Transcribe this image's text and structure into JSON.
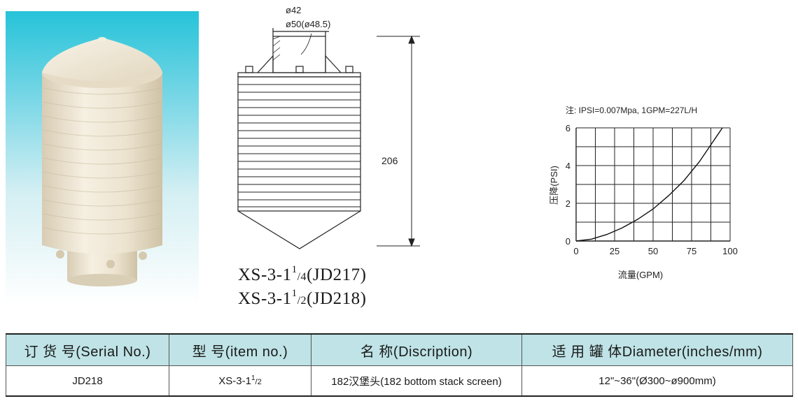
{
  "drawing": {
    "dim_inner": "ø42",
    "dim_outer": "ø50(ø48.5)",
    "height": "206"
  },
  "model_lines": [
    {
      "base": "XS-3-1",
      "sup": "1",
      "sub": "/4",
      "suffix": "(JD217)"
    },
    {
      "base": "XS-3-1",
      "sup": "1",
      "sub": "/2",
      "suffix": "(JD218)"
    }
  ],
  "chart_data": {
    "type": "line",
    "note": "注: IPSI=0.007Mpa, 1GPM=227L/H",
    "xlabel": "流量(GPM)",
    "ylabel": "压降(PSI)",
    "xlim": [
      0,
      100
    ],
    "ylim": [
      0,
      6
    ],
    "x_ticks": [
      "0",
      "25",
      "50",
      "75",
      "100"
    ],
    "y_ticks": [
      "0",
      "2",
      "4",
      "6"
    ],
    "grid": true,
    "series": [
      {
        "x": [
          0,
          10,
          20,
          30,
          40,
          50,
          60,
          70,
          80,
          90,
          95
        ],
        "y": [
          0,
          0.1,
          0.35,
          0.7,
          1.15,
          1.7,
          2.4,
          3.2,
          4.2,
          5.4,
          6.0
        ]
      }
    ]
  },
  "table": {
    "headers": [
      "订 货 号(Serial No.)",
      "型 号(item no.)",
      "名 称(Discription)",
      "适 用 罐 体Diameter(inches/mm)"
    ],
    "row": {
      "serial": "JD218",
      "item_base": "XS-3-1",
      "item_sup": "1",
      "item_sub": "/2",
      "description": "182汉堡头(182 bottom stack screen)",
      "diameter": "12\"~36\"(Ø300~ø900mm)"
    }
  },
  "colors": {
    "photo_top": "#26c3d9",
    "header_bg": "#bfe3e6",
    "product_body": "#eee6d4"
  }
}
